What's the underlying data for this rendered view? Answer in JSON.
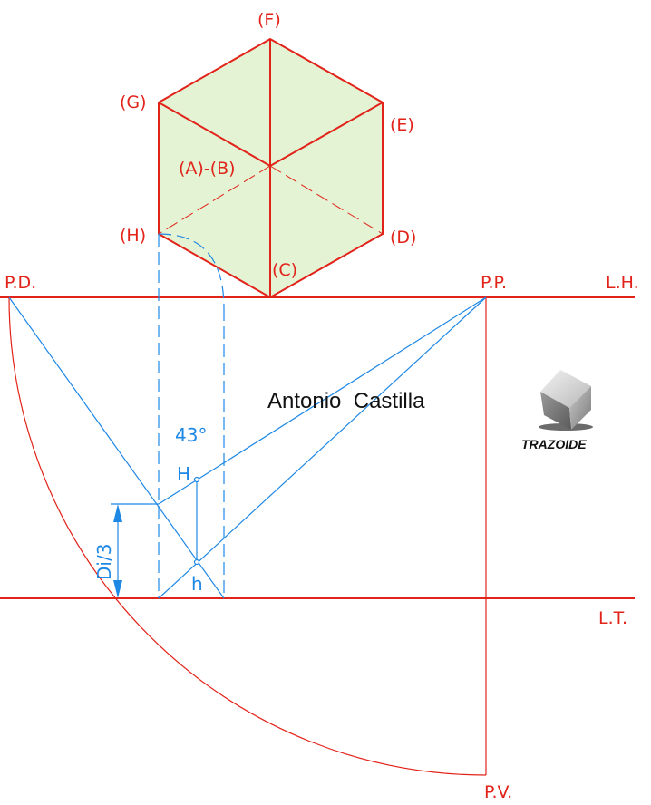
{
  "vertices": {
    "F": "(F)",
    "G": "(G)",
    "E": "(E)",
    "AB": "(A)-(B)",
    "H": "(H)",
    "D": "(D)",
    "C": "(C)"
  },
  "lines": {
    "pd": "P.D.",
    "pp": "P.P.",
    "lh": "L.H.",
    "lt": "L.T.",
    "pv": "P.V."
  },
  "annotations": {
    "angle": "43°",
    "upper_h": "H",
    "lower_h": "h",
    "dimension": "Di/3"
  },
  "author": "Antonio  Castilla",
  "logo_text": "TRAZOIDE",
  "colors": {
    "red": "#e2231a",
    "blue": "#1e88e5",
    "face_fill": "#e3f3d4"
  }
}
